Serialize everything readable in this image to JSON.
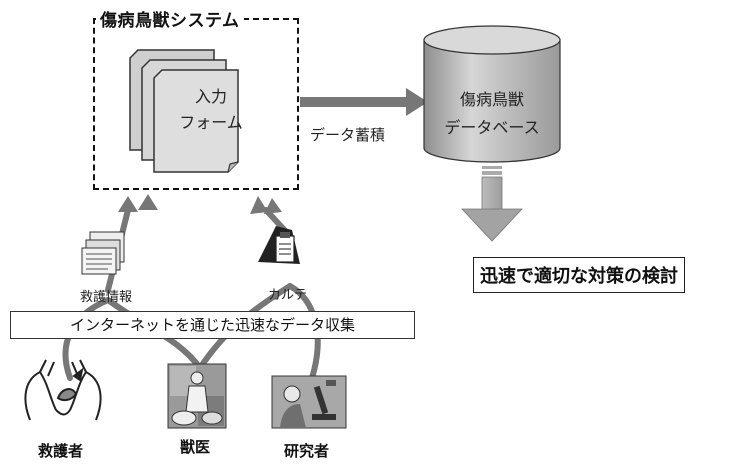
{
  "system": {
    "title": "傷病鳥獣システム",
    "form_line1": "入力",
    "form_line2": "フォーム"
  },
  "flow": {
    "store_label": "データ蓄積"
  },
  "database": {
    "line1": "傷病鳥獣",
    "line2": "データベース"
  },
  "conclusion": "迅速で適切な対策の検討",
  "collection_banner": "インターネットを通じた迅速なデータ収集",
  "sources": {
    "rescue_info": "救護情報",
    "chart": "カルテ"
  },
  "actors": {
    "rescuer": "救護者",
    "vet": "獣医",
    "researcher": "研究者"
  }
}
